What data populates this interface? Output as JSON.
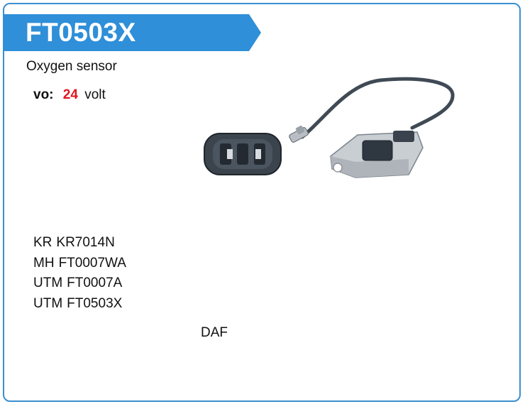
{
  "header": {
    "part_number": "FT0503X",
    "banner_color": "#2f8fd8",
    "border_color": "#3a8fd0"
  },
  "product": {
    "description": "Oxygen sensor",
    "voltage": {
      "label": "vo:",
      "value": "24",
      "unit": "volt",
      "value_color": "#e0141e"
    },
    "image_icon": "nox-sensor-image"
  },
  "cross_references": [
    {
      "brand": "KR",
      "code": "KR7014N"
    },
    {
      "brand": "MH",
      "code": "FT0007WA"
    },
    {
      "brand": "UTM",
      "code": "FT0007A"
    },
    {
      "brand": "UTM",
      "code": "FT0503X"
    }
  ],
  "application": {
    "make": "DAF"
  }
}
